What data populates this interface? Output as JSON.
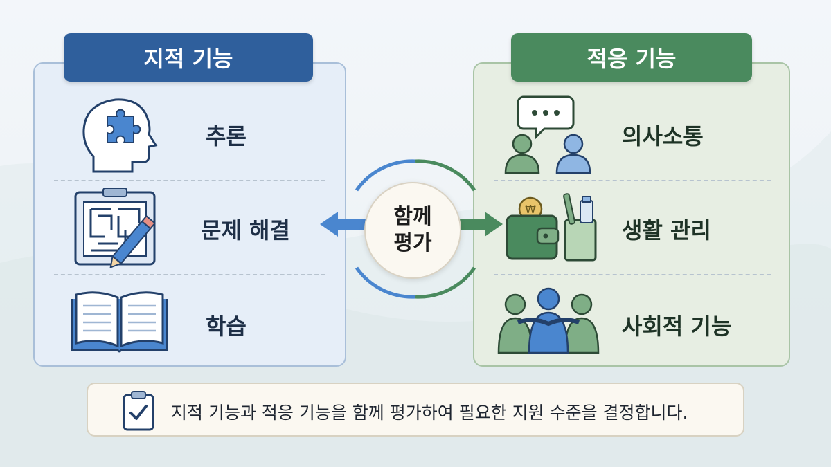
{
  "intellectual": {
    "title": "지적 기능",
    "items": [
      {
        "label": "추론",
        "icon": "head-puzzle-icon"
      },
      {
        "label": "문제 해결",
        "icon": "maze-clipboard-icon"
      },
      {
        "label": "학습",
        "icon": "open-book-icon"
      }
    ]
  },
  "adaptive": {
    "title": "적응 기능",
    "items": [
      {
        "label": "의사소통",
        "icon": "people-speech-icon"
      },
      {
        "label": "생활 관리",
        "icon": "wallet-toothbrush-icon"
      },
      {
        "label": "사회적 기능",
        "icon": "group-hug-icon"
      }
    ]
  },
  "center": {
    "line1": "함께",
    "line2": "평가"
  },
  "summary": {
    "text": "지적 기능과 적응 기능을 함께 평가하여 필요한 지원 수준을 결정합니다.",
    "icon": "checklist-icon"
  },
  "colors": {
    "blue": "#2f5f9c",
    "green": "#4a8a5e"
  }
}
